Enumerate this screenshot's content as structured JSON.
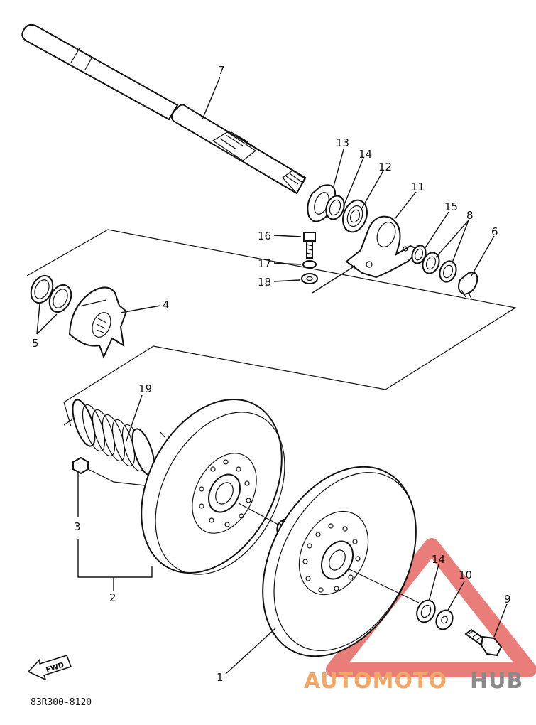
{
  "diagram": {
    "part_labels": [
      "1",
      "2",
      "3",
      "4",
      "5",
      "6",
      "7",
      "8",
      "9",
      "10",
      "11",
      "12",
      "13",
      "14",
      "15",
      "16",
      "17",
      "18",
      "19"
    ],
    "fwd_label": "FWD",
    "part_code": "83R300-8120"
  },
  "watermark": {
    "text_a": "AUTOMOTO",
    "text_b": "HUB",
    "color_a": "#f2a766",
    "color_b": "#8a8a8a",
    "triangle_color": "#e2514d"
  }
}
